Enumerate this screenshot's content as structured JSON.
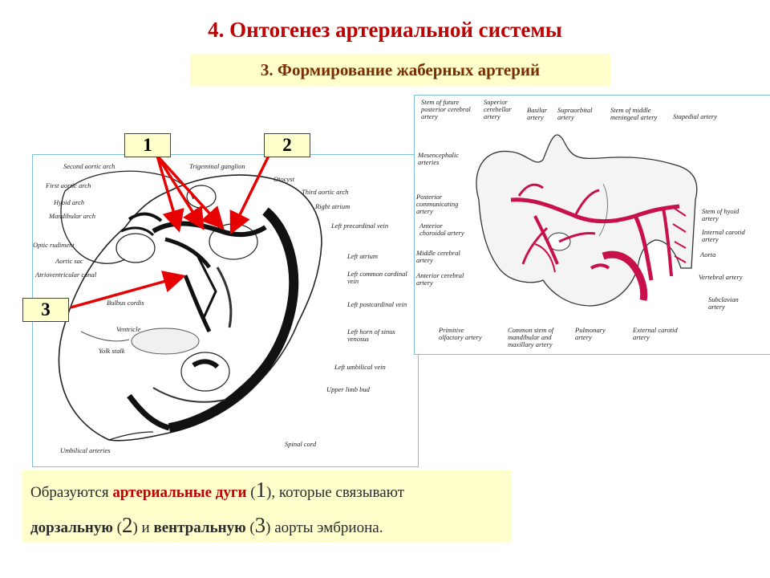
{
  "slide": {
    "title": "4. Онтогенез артериальной системы",
    "subtitle": "3. Формирование жаберных артерий"
  },
  "markers": [
    {
      "label": "1"
    },
    {
      "label": "2"
    },
    {
      "label": "3"
    }
  ],
  "left_diagram": {
    "labels": [
      "Second aortic arch",
      "Trigeminal ganglion",
      "Otocyst",
      "First aortic arch",
      "Third aortic arch",
      "Hyoid arch",
      "Right atrium",
      "Mandibular arch",
      "Left precardinal vein",
      "Optic rudiment",
      "Left atrium",
      "Aortic sac",
      "Left common cardinal vein",
      "Atrioventricular canal",
      "Bulbus cordis",
      "Left postcardinal vein",
      "Ventricle",
      "Left horn of sinus venosus",
      "Yolk stalk",
      "Left umbilical vein",
      "Upper limb bud",
      "Spinal cord",
      "Umbilical arteries"
    ]
  },
  "right_diagram": {
    "labels": [
      "Stem of future posterior cerebral artery",
      "Superior cerebellar artery",
      "Basilar artery",
      "Supraorbital artery",
      "Stem of middle meningeal artery",
      "Stapedial artery",
      "Mesencephalic arteries",
      "Posterior communicating artery",
      "Stem of hyoid artery",
      "Anterior choroidal artery",
      "Internal carotid artery",
      "Middle cerebral artery",
      "Aorta",
      "Anterior cerebral artery",
      "Vertebral artery",
      "Subclavian artery",
      "Primitive olfactory artery",
      "Common stem of mandibular and maxillary artery",
      "Pulmonary artery",
      "External carotid artery"
    ]
  },
  "note": {
    "part1": "Образуются ",
    "red1": "артериальные дуги",
    "part2": " (",
    "n1": "1",
    "part3": "), которые связывают",
    "bold1": "дорзальную",
    "part4": " (",
    "n2": "2",
    "part5": ") и ",
    "bold2": "вентральную",
    "part6": " (",
    "n3": "3",
    "part7": ") аорты эмбриона."
  },
  "colors": {
    "title": "#c00000",
    "subtitle_text": "#7a2d00",
    "box_background": "#ffffcc",
    "arrow": "#e60000",
    "artery": "#c8104a",
    "panel_border": "#7fc0d9"
  }
}
